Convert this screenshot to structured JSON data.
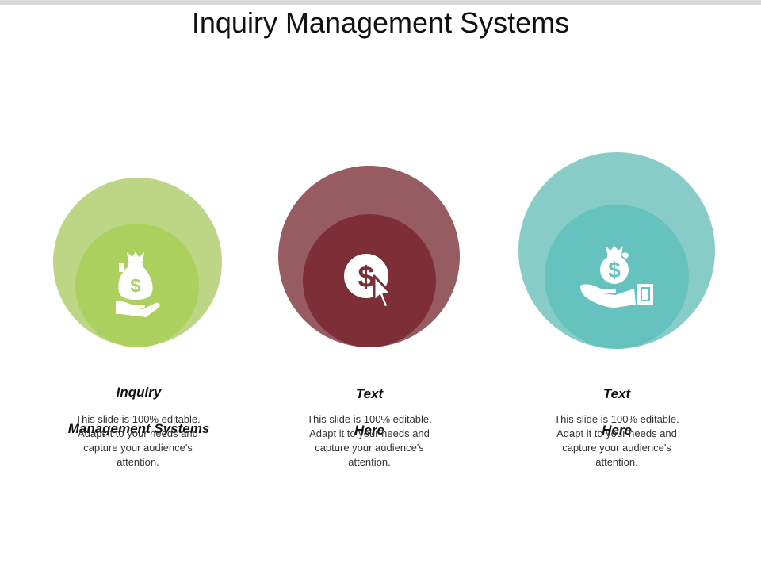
{
  "slide": {
    "title": "Inquiry Management Systems"
  },
  "items": [
    {
      "heading_line1": "Inquiry",
      "heading_line2": "Management Systems",
      "body": "This slide is 100% editable. Adapt it to your needs and capture your audience's attention.",
      "outer_color": "#bdd685",
      "inner_color": "#acd05e",
      "icon": "money-bag-hand-icon"
    },
    {
      "heading_line1": "Text",
      "heading_line2": "Here",
      "body": "This slide is 100% editable. Adapt it to your needs and capture your audience's attention.",
      "outer_color": "#965c62",
      "inner_color": "#7e2e37",
      "icon": "dollar-cursor-icon"
    },
    {
      "heading_line1": "Text",
      "heading_line2": "Here",
      "body": "This slide is 100% editable. Adapt it to your needs and capture your audience's attention.",
      "outer_color": "#88ccc8",
      "inner_color": "#66c2be",
      "icon": "hand-money-bag-icon"
    }
  ]
}
